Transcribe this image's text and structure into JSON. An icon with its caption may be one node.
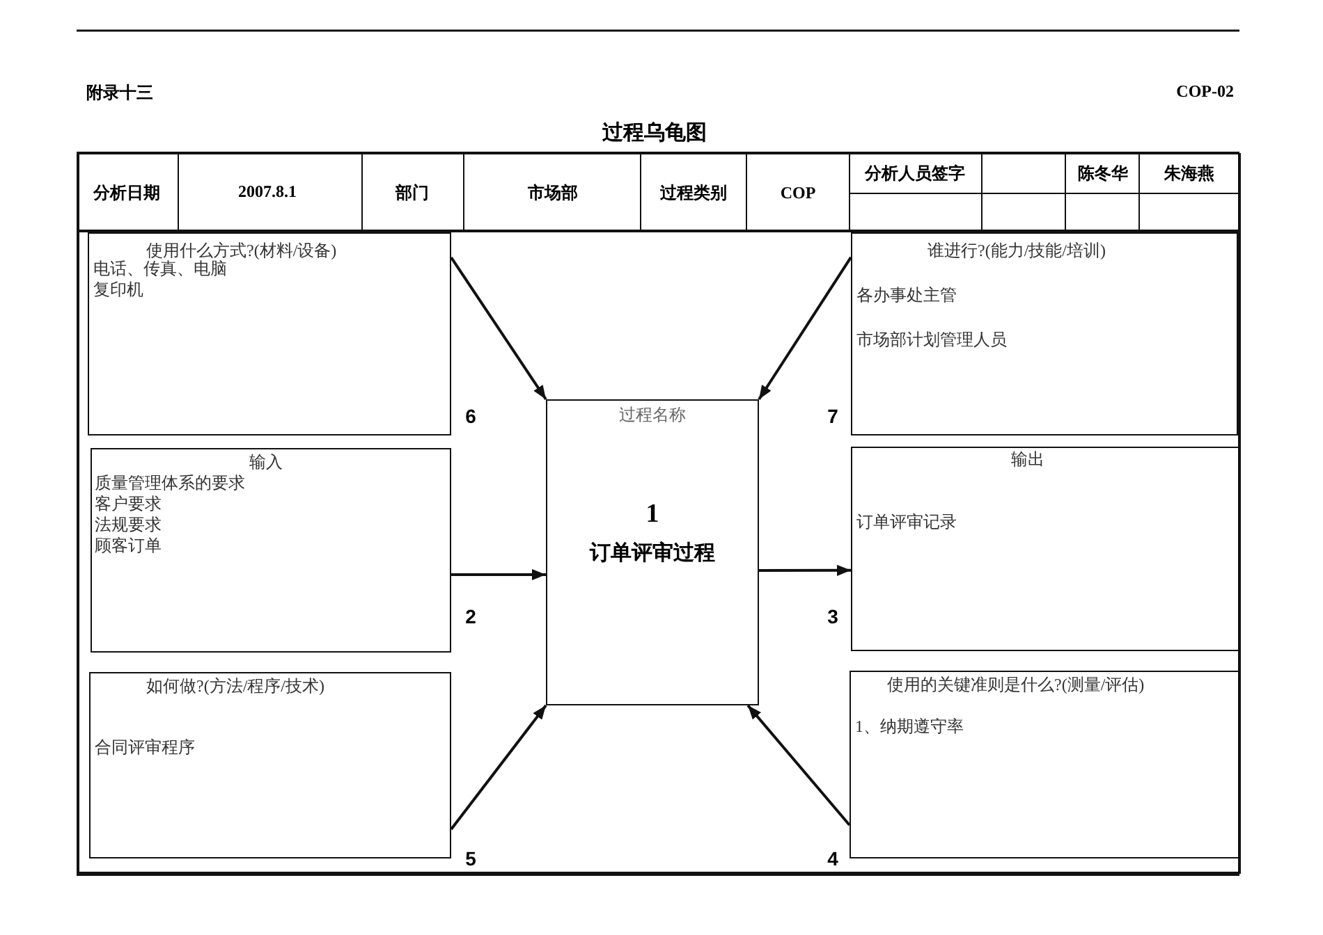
{
  "diagram": {
    "title": "过程乌龟图",
    "nodes": [
      {
        "text": [
          "使用什么方式?(材料/设备)",
          "电话、传真、电脑",
          "复印机"
        ],
        "beside": [
          "6"
        ]
      },
      {
        "text": [
          "谁进行?(能力/技能/培训)",
          "各办事处主管",
          "市场部计划管理人员"
        ],
        "beside": [
          "7"
        ]
      },
      {
        "text": [
          "输入",
          "质量管理体系的要求",
          "客户要求",
          "法规要求",
          "顾客订单"
        ],
        "beside": [
          "2"
        ]
      },
      {
        "text": [
          "过程名称",
          "1",
          "订单评审过程"
        ]
      },
      {
        "text": [
          "输出",
          "订单评审记录"
        ],
        "beside": [
          "3"
        ]
      },
      {
        "text": [
          "如何做?(方法/程序/技术)",
          "合同评审程序"
        ],
        "beside": [
          "5"
        ]
      },
      {
        "text": [
          "使用的关键准则是什么?(测量/评估)",
          "1、纳期遵守率"
        ],
        "beside": [
          "4"
        ]
      }
    ],
    "edges": [
      {
        "from": 0,
        "to": 3,
        "arrow": "to"
      },
      {
        "from": 1,
        "to": 3,
        "arrow": "to"
      },
      {
        "from": 2,
        "to": 3,
        "arrow": "to"
      },
      {
        "from": 3,
        "to": 4,
        "arrow": "to"
      },
      {
        "from": 5,
        "to": 3,
        "arrow": "to"
      },
      {
        "from": 6,
        "to": 3,
        "arrow": "to"
      }
    ],
    "labels": [
      "附录十三",
      "COP-02",
      "分析日期",
      "2007.8.1",
      "部门",
      "市场部",
      "过程类别",
      "COP",
      "分析人员签字",
      "陈冬华",
      "朱海燕"
    ]
  }
}
